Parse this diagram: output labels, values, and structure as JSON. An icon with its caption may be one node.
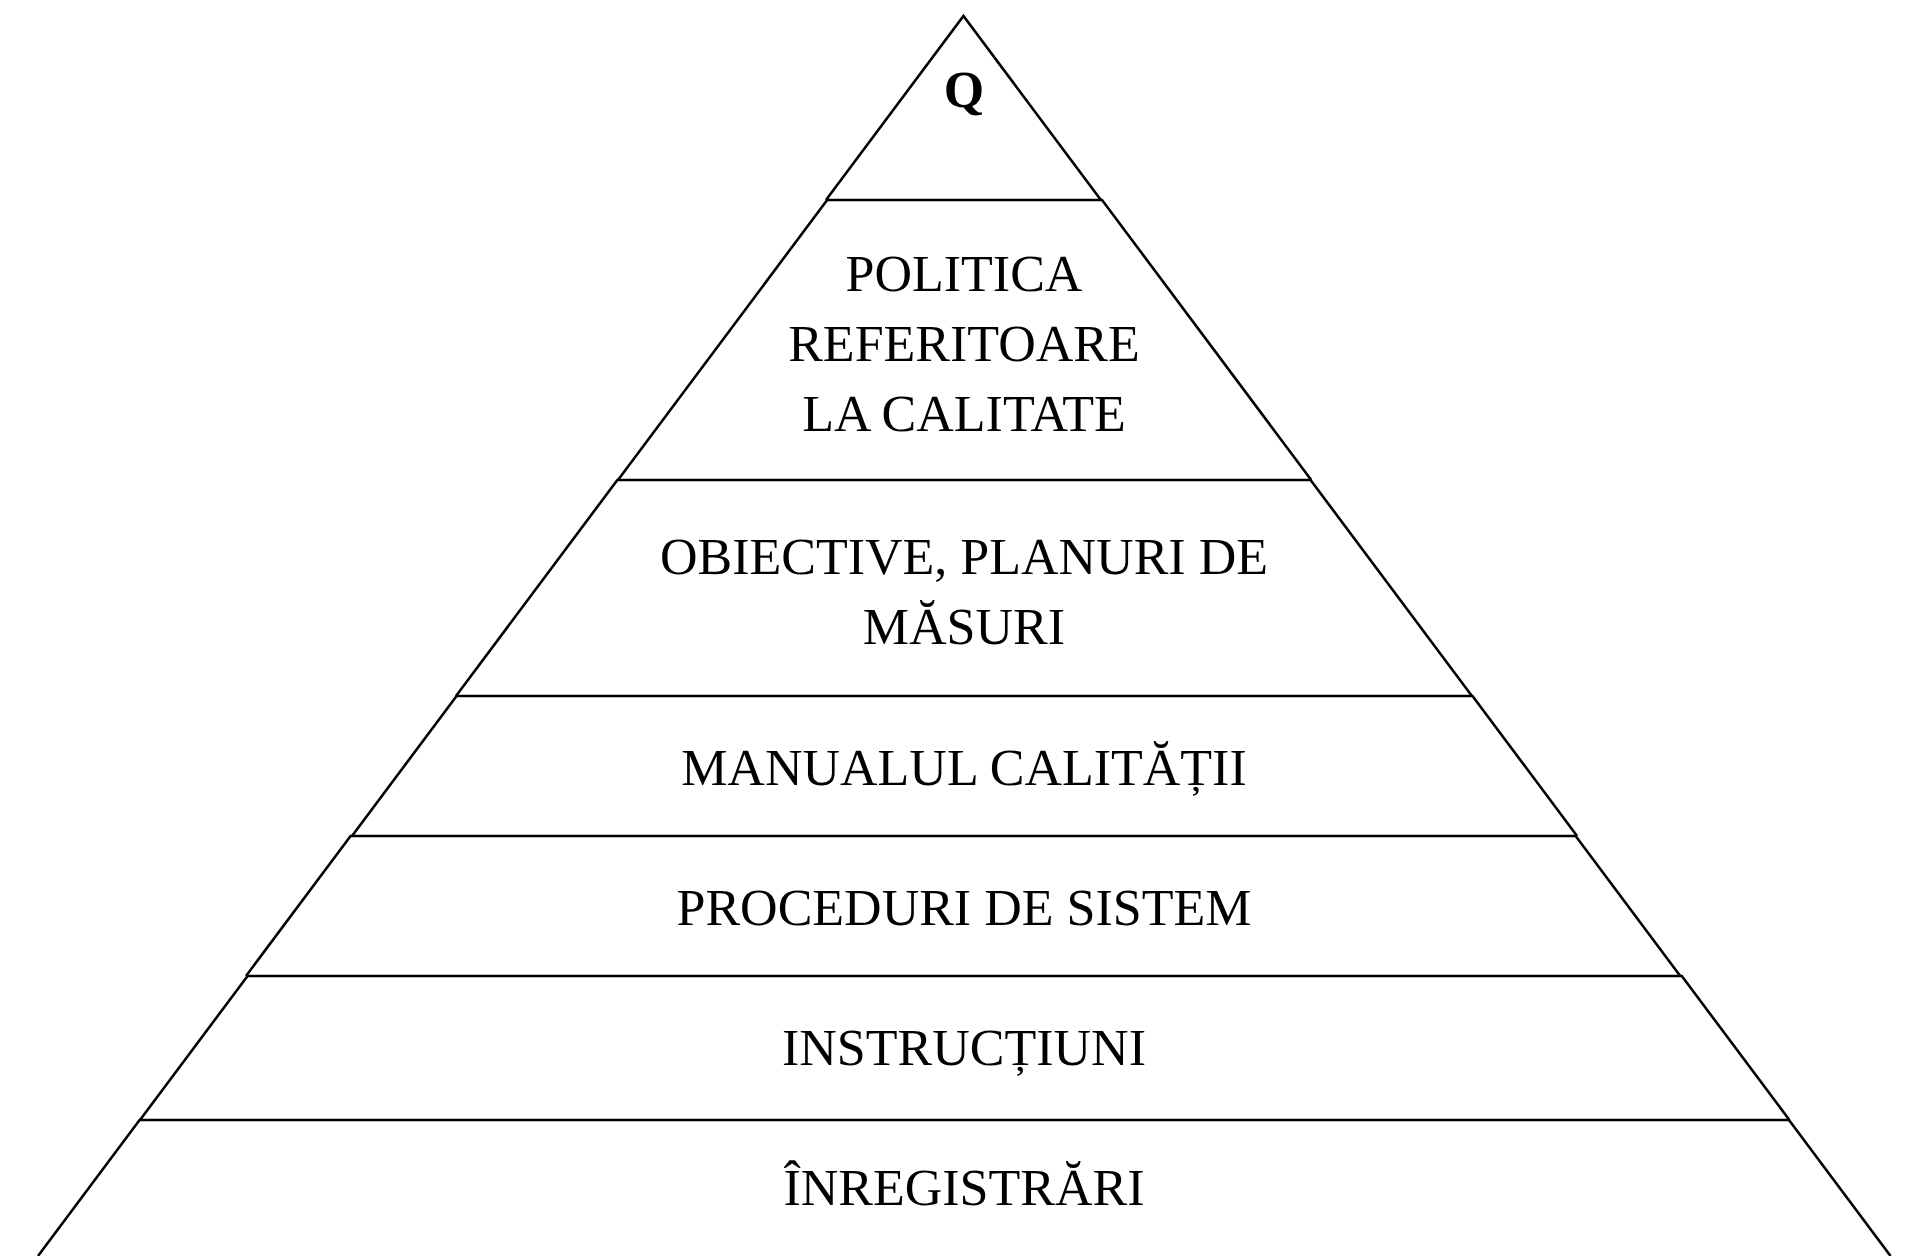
{
  "diagram": {
    "nodes": [
      {
        "text": [
          "Q"
        ]
      },
      {
        "text": [
          "POLITICA REFERITOARE LA CALITATE"
        ]
      },
      {
        "text": [
          "OBIECTIVE, PLANURI DE MĂSURI"
        ]
      },
      {
        "text": [
          "MANUALUL CALITĂȚII"
        ]
      },
      {
        "text": [
          "PROCEDURI DE SISTEM"
        ]
      },
      {
        "text": [
          "INSTRUCȚIUNI"
        ]
      },
      {
        "text": [
          "ÎNREGISTRĂRI"
        ]
      }
    ]
  }
}
